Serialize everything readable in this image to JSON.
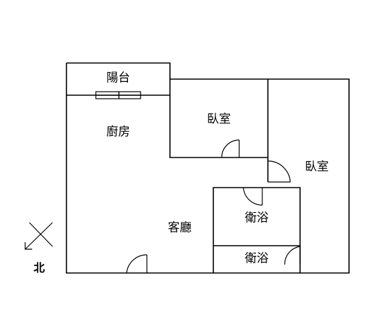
{
  "rooms": {
    "balcony": "陽台",
    "kitchen": "廚房",
    "bedroom_1": "臥室",
    "bedroom_2": "臥室",
    "living_room": "客廳",
    "bathroom_1": "衛浴",
    "bathroom_2": "衛浴"
  },
  "compass": {
    "north_label": "北"
  }
}
